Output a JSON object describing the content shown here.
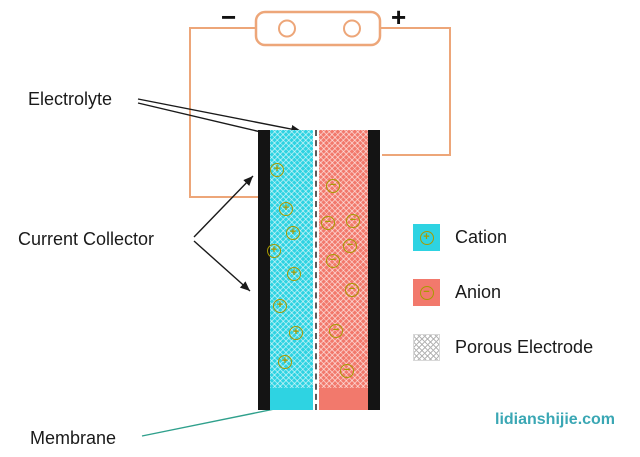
{
  "labels": {
    "electrolyte": "Electrolyte",
    "current_collector": "Current Collector",
    "membrane": "Membrane"
  },
  "terminals": {
    "negative": "−",
    "positive": "+"
  },
  "legend": [
    {
      "key": "cation",
      "label": "Cation",
      "symbol": "+"
    },
    {
      "key": "anion",
      "label": "Anion",
      "symbol": "−"
    },
    {
      "key": "porous",
      "label": "Porous Electrode",
      "symbol": ""
    }
  ],
  "watermark": "lidianshijie.com",
  "colors": {
    "cation": "#2ed3e2",
    "anion": "#f2796c",
    "wire": "#eda679",
    "ion": "#a89a00",
    "arrow": "#1a1a1a",
    "membrane_arrow": "#2fa08c",
    "watermark": "#3aa7b4",
    "collector": "#141414"
  },
  "ions": {
    "cations": [
      [
        277,
        170
      ],
      [
        286,
        209
      ],
      [
        293,
        233
      ],
      [
        274,
        251
      ],
      [
        294,
        274
      ],
      [
        280,
        306
      ],
      [
        296,
        333
      ],
      [
        285,
        362
      ]
    ],
    "anions": [
      [
        333,
        186
      ],
      [
        328,
        223
      ],
      [
        353,
        221
      ],
      [
        350,
        246
      ],
      [
        333,
        261
      ],
      [
        352,
        290
      ],
      [
        336,
        331
      ],
      [
        347,
        371
      ]
    ]
  }
}
